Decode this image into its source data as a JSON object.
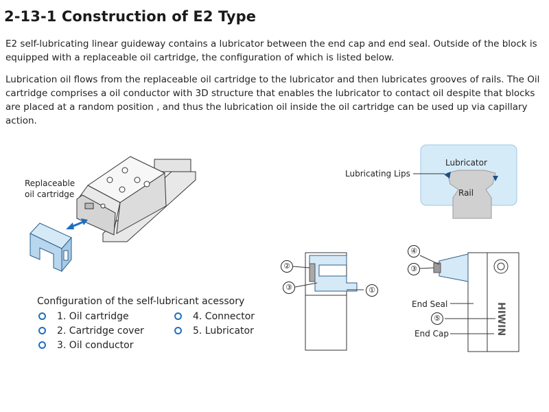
{
  "title": "2-13-1 Construction of E2 Type",
  "paragraph1": "E2 self-lubricating linear guideway contains a lubricator between the end cap and end seal. Outside of the block is equipped with a replaceable oil cartridge, the configuration of which is listed below.",
  "paragraph2": "Lubrication oil flows from the replaceable oil cartridge to the lubricator and then lubricates grooves of rails. The Oil cartridge comprises a oil conductor with 3D structure that enables the lubricator to contact oil despite that blocks are placed at a random position , and thus the lubrication oil inside the oil cartridge can be used up via capillary action.",
  "labels": {
    "replaceable": "Replaceable",
    "oil_cartridge": "oil cartridge",
    "lubricating_lips": "Lubricating Lips",
    "lubricator": "Lubricator",
    "rail": "Rail",
    "end_seal": "End Seal",
    "end_cap": "End Cap",
    "brand": "HIWIN"
  },
  "callouts": [
    "①",
    "②",
    "③",
    "④",
    "③",
    "⑤"
  ],
  "configuration": {
    "title": "Configuration of the self-lubricant acessory",
    "items": [
      "1. Oil cartridge",
      "2. Cartridge cover",
      "3. Oil conductor",
      "4. Connector",
      "5. Lubricator"
    ]
  },
  "colors": {
    "accent_blue": "#1d6fc0",
    "light_blue": "#cfe6f5",
    "rail_gray": "#cfcfcf"
  }
}
